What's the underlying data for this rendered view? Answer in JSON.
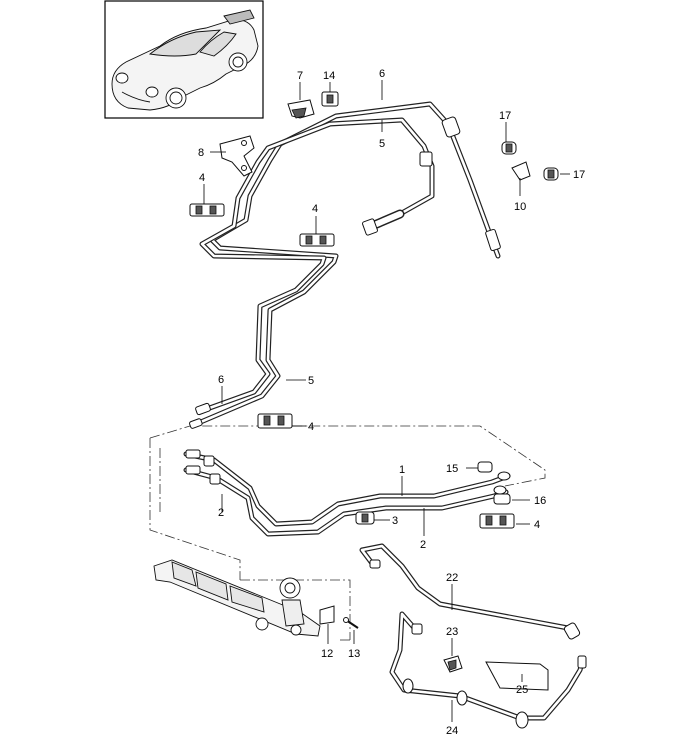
{
  "callouts": {
    "c1": "1",
    "c2a": "2",
    "c2b": "2",
    "c3": "3",
    "c4a": "4",
    "c4b": "4",
    "c4c": "4",
    "c4d": "4",
    "c5a": "5",
    "c5b": "5",
    "c6a": "6",
    "c6b": "6",
    "c7": "7",
    "c8": "8",
    "c10": "10",
    "c12": "12",
    "c13": "13",
    "c14": "14",
    "c15": "15",
    "c16": "16",
    "c17a": "17",
    "c17b": "17",
    "c22": "22",
    "c23": "23",
    "c24": "24",
    "c25": "25"
  },
  "icons": {
    "vehicle_thumbnail": "car-thumbnail-icon",
    "steering_rack": "steering-rack-icon"
  }
}
